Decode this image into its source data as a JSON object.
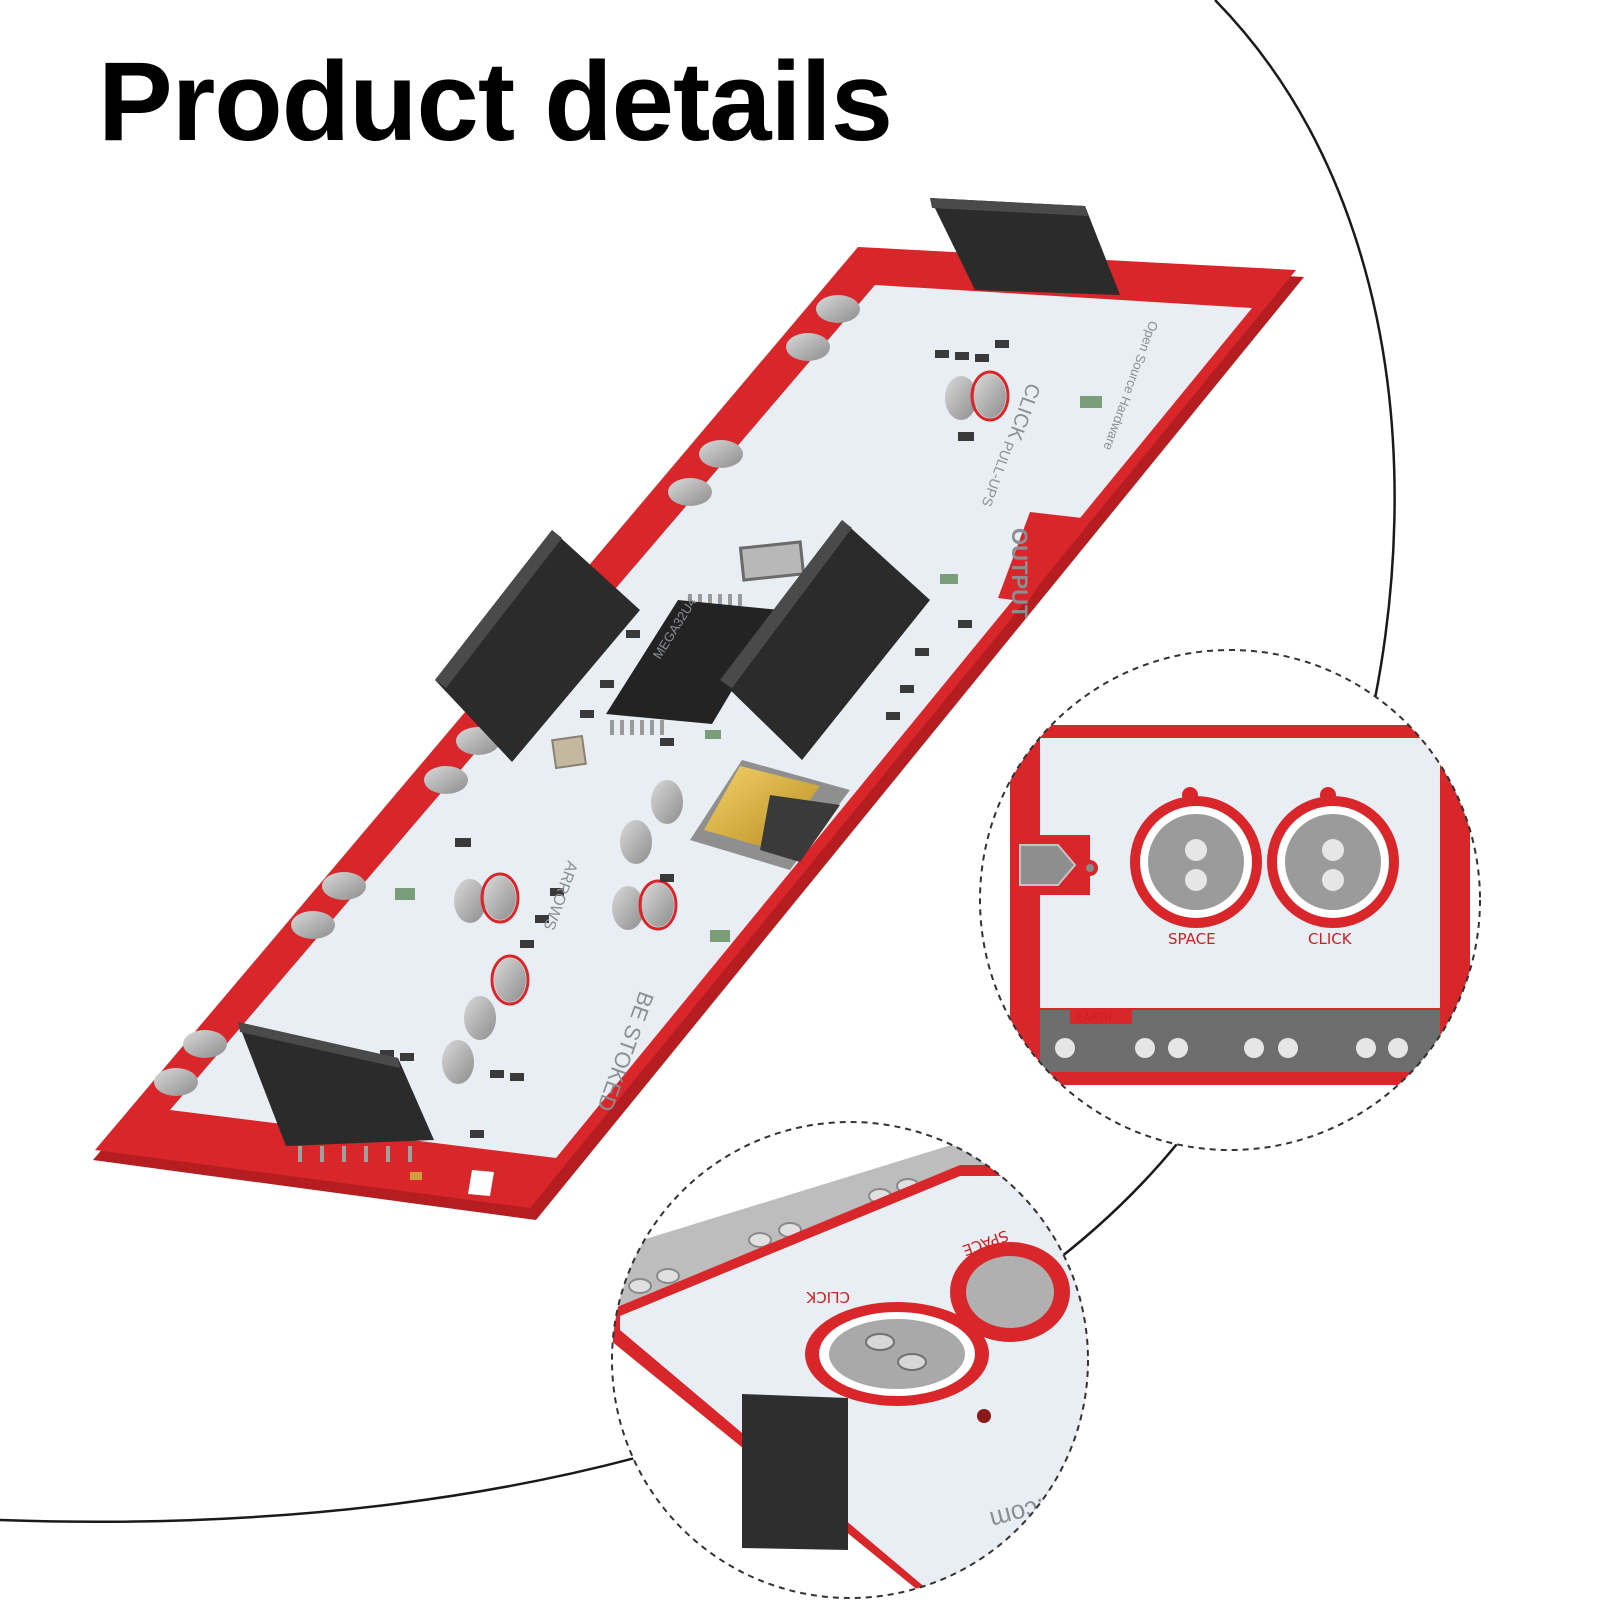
{
  "title": "Product details",
  "board_markings": {
    "output": "OUTPUT",
    "click_main": "CLICK",
    "pull_ups": "PULL-UPS",
    "be_stoked": "BE STOKED",
    "open_source": "Open Source Hardware",
    "chip_text": "MEGA32U4",
    "arrows": "ARROWS"
  },
  "zoom_top": {
    "space_label": "SPACE",
    "click_label": "CLICK",
    "earth_label": "EARTH"
  },
  "zoom_bottom": {
    "click_label": "CLICK",
    "space_label": "SPACE",
    "url_fragment": "key.com"
  },
  "colors": {
    "pcb_red": "#d8262a",
    "pcb_panel": "#e8eef4",
    "header_black": "#2b2b2b",
    "solder_silver": "#b9b9b9"
  }
}
